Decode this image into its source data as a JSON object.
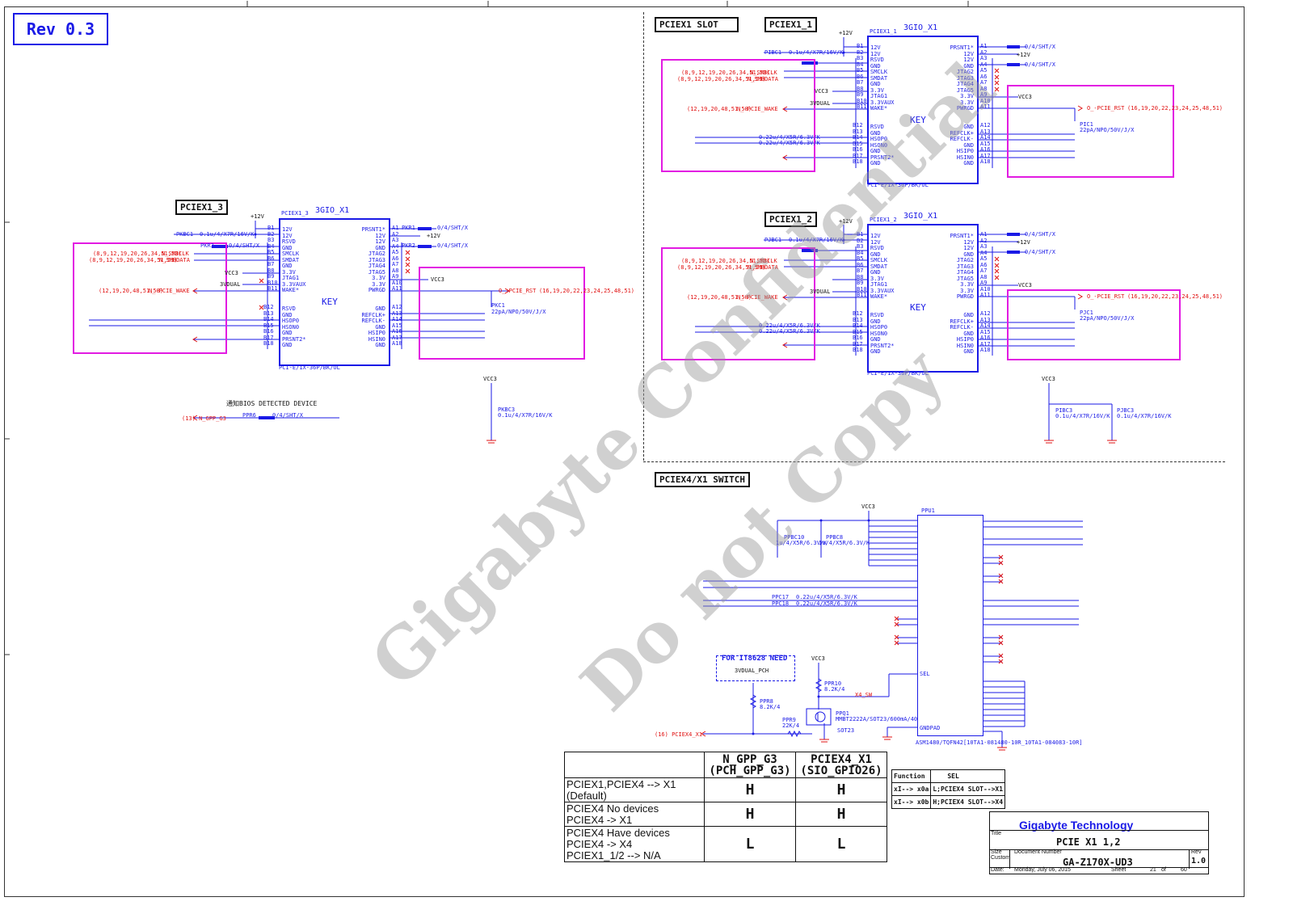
{
  "revision": "Rev 0.3",
  "sections": {
    "pciex1_3": "PCIEX1_3",
    "pciex1_slot": "PCIEX1 SLOT",
    "pciex1_1": "PCIEX1_1",
    "pciex1_2": "PCIEX1_2",
    "pciex4_switch": "PCIEX4/X1 SWITCH"
  },
  "slot3": {
    "ref": "PCIEX1_3",
    "part": "3GIO_X1",
    "key": "KEY",
    "footprint": "PCI-E/1X-36P/BK/OL",
    "pins_b": "12V\n12V\nRSVD\nGND\nSMCLK\nSMDAT\nGND\n3.3V\nJTAG1\n3.3VAUX\nWAKE*",
    "pins_b2": "RSVD\nGND\nHSOP0\nHSON0\nGND\nPRSNT2*\nGND",
    "pins_a": "PRSNT1*\n12V\n12V\nGND\nJTAG2\nJTAG3\nJTAG4\nJTAG5\n3.3V\n3.3V\nPWRGD",
    "pins_a2": "GND\nREFCLK+\nREFCLK-\nGND\nHSIP0\nHSIN0\nGND",
    "nums_b": "B1\nB2\nB3\nB4\nB5\nB6\nB7\nB8\nB9\nB10\nB11",
    "nums_b2": "B12\nB13\nB14\nB15\nB16\nB17\nB18",
    "nums_a": "A1\nA2\nA3\nA4\nA5\nA6\nA7\nA8\nA9\nA10\nA11",
    "nums_a2": "A12\nA13\nA14\nA15\nA16\nA17\nA18"
  },
  "slot1": {
    "ref": "PCIEX1_1",
    "part": "3GIO_X1",
    "key": "KEY",
    "footprint": "PCI-E/1X-36P/BK/OL"
  },
  "slot2": {
    "ref": "PCIEX1_2",
    "part": "3GIO_X1",
    "key": "KEY",
    "footprint": "PCI-E/1X-36P/BK/OL"
  },
  "nets": {
    "smbclk_refs": "(8,9,12,19,20,26,34,51,53)",
    "smbclk": "N_SMBCLK",
    "smbdata": "N_SMBDATA",
    "wake_refs": "(12,19,20,48,51,58)",
    "wake": "N_-PCIE_WAKE",
    "pcie_rst": "O_-PCIE_RST",
    "pcie_rst_refs": "(16,19,20,22,23,24,25,48,51)",
    "vcc3": "VCC3",
    "v3dual": "3VDUAL",
    "p12v": "+12V",
    "gpp_g3": "(13) N_GPP_G3",
    "bios_note": "通知BIOS DETECTED DEVICE"
  },
  "parts": {
    "pkbc1": "PKBC1",
    "cap_01u16": "0.1u/4/X7R/16V/K",
    "pkr1": "PKR1",
    "pkr2": "PKR2",
    "pkr3": "PKR3",
    "r0_sht": "0/4/SHT/X",
    "pkc1": "PKC1",
    "cap_22p": "22pA/NPO/50V/J/X",
    "pkbc3": "PKBC3",
    "ppr6": "PPR6",
    "pibc1": "PIBC1",
    "pjbc1": "PJBC1",
    "pic1": "PIC1",
    "pjc1": "PJC1",
    "pibc3": "PIBC3",
    "pjbc3": "PJBC3",
    "cap_022u": "0.22u/4/X5R/6.3V/K"
  },
  "switch": {
    "ref": "PPU1",
    "part": "ASM1480/TQFN42[10TA1-081480-10R_10TA1-084083-10R]",
    "vcc3": "VCC3",
    "ppbc10": "PPBC10",
    "ppbc10_val": "1u/4/X5R/6.3V/K",
    "ppbc8": "PPBC8",
    "ppbc8_val": "1u/4/X5R/6.3V/K",
    "ppc17": "PPC17",
    "ppc18": "PPC18",
    "for_it": "FOR IT8628 NEED",
    "v3dual_pch": "3VDUAL_PCH",
    "ppr8": "PPR8",
    "ppr8_val": "8.2K/4",
    "ppr9": "PPR9",
    "ppr9_val": "22K/4",
    "ppr10": "PPR10",
    "ppr10_val": "8.2K/4",
    "ppq1": "PPQ1",
    "ppq1_val": "MMBT2222A/SOT23/600mA/40",
    "sot": "SOT23",
    "x4sw": "X4_SW",
    "pciex4_x1": "(16)  PCIEX4_X1",
    "sel": "SEL",
    "gndpad": "GNDPAD"
  },
  "truth_table": {
    "col1": "N_GPP_G3\n(PCH_GPP_G3)",
    "col2": "PCIEX4_X1\n(SIO_GPIO26)",
    "rows": [
      {
        "label": "PCIEX1,PCIEX4 --> X1\n(Default)",
        "a": "H",
        "b": "H"
      },
      {
        "label": "PCIEX4 No devices\nPCIEX4 -> X1",
        "a": "H",
        "b": "H"
      },
      {
        "label": "PCIEX4 Have devices\nPCIEX4 -> X4\nPCIEX1_1/2 --> N/A",
        "a": "L",
        "b": "L"
      }
    ]
  },
  "func_table": {
    "h1": "Function",
    "h2": "SEL",
    "r1a": "xI--> x0a",
    "r1b": "L;PCIEX4 SLOT-->X1",
    "r2a": "xI--> x0b",
    "r2b": "H;PCIEX4 SLOT-->X4"
  },
  "title_block": {
    "company": "Gigabyte Technology",
    "title_label": "Title",
    "title": "PCIE  X1 1,2",
    "size_label": "Size",
    "custom": "Custom",
    "doc_label": "Document Number",
    "doc": "GA-Z170X-UD3",
    "rev_label": "Rev",
    "rev": "1.0",
    "date_label": "Date:",
    "date": "Monday, July 06, 2015",
    "sheet_label": "Sheet",
    "sheet": "21",
    "of_label": "of",
    "of": "60"
  },
  "watermark": {
    "line1": "Gigabyte Confidential",
    "line2": "Do not Copy"
  }
}
